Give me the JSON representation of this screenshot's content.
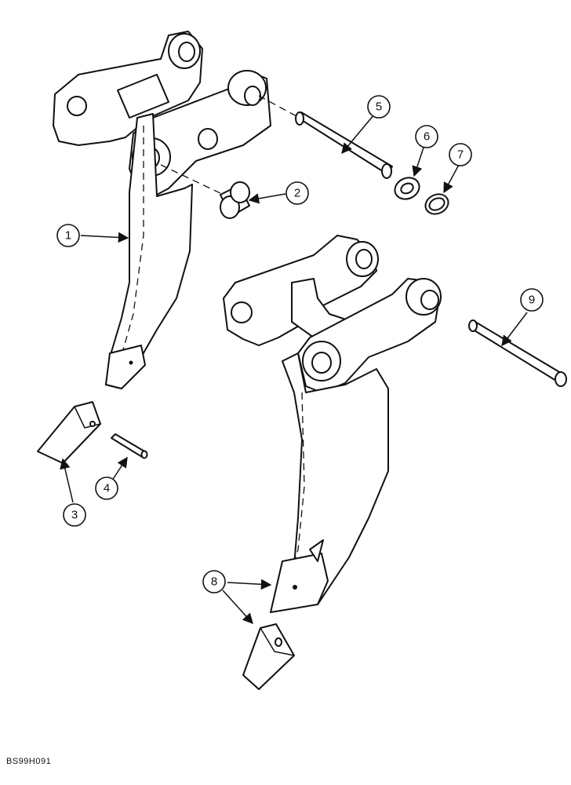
{
  "caption": "BS99H091",
  "callouts": [
    {
      "id": "c1",
      "label": "1"
    },
    {
      "id": "c2",
      "label": "2"
    },
    {
      "id": "c3",
      "label": "3"
    },
    {
      "id": "c4",
      "label": "4"
    },
    {
      "id": "c5",
      "label": "5"
    },
    {
      "id": "c6",
      "label": "6"
    },
    {
      "id": "c7",
      "label": "7"
    },
    {
      "id": "c8",
      "label": "8"
    },
    {
      "id": "c9",
      "label": "9"
    }
  ]
}
